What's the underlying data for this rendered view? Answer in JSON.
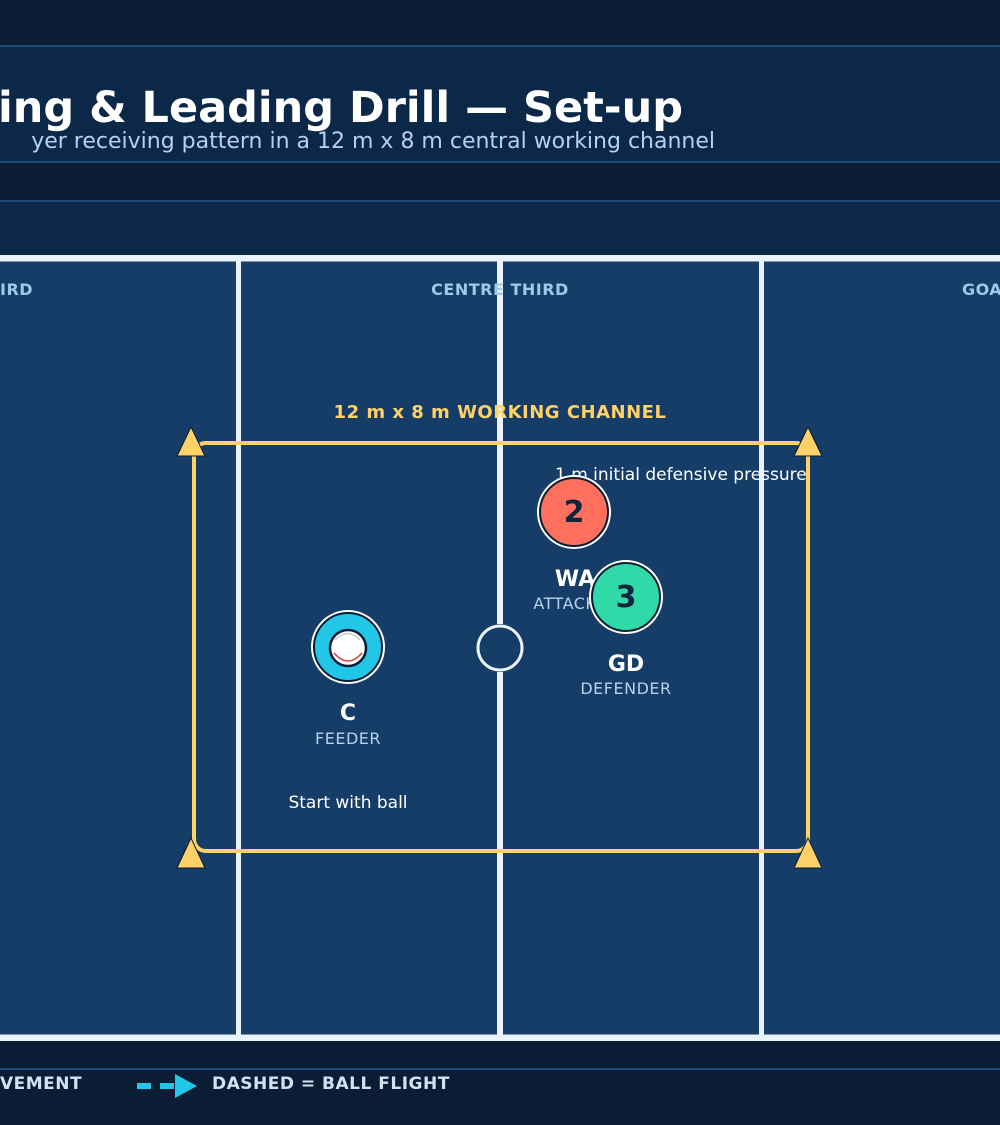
{
  "header": {
    "title": "ging & Leading Drill — Set-up",
    "subtitle": "yer receiving pattern in a 12 m x 8 m central working channel"
  },
  "court": {
    "thirds": {
      "left_label": "IRD",
      "centre_label": "CENTRE THIRD",
      "right_label": "GOA"
    },
    "channel_label": "12 m x 8 m WORKING CHANNEL",
    "annotations": {
      "pressure": "1 m initial defensive pressure",
      "start": "Start with ball"
    }
  },
  "players": [
    {
      "number": "",
      "code": "C",
      "role": "FEEDER",
      "color": "#22c7e8",
      "has_ball": true
    },
    {
      "number": "2",
      "code": "WA",
      "role": "ATTACKER",
      "color": "#ff6f5e",
      "has_ball": false
    },
    {
      "number": "3",
      "code": "GD",
      "role": "DEFENDER",
      "color": "#2fd9a8",
      "has_ball": false
    }
  ],
  "legend": {
    "movement_label": "VEMENT",
    "ball_flight_label": "DASHED = BALL FLIGHT"
  },
  "colors": {
    "court": "#153d68",
    "court_lines": "#eaf3fb",
    "cone": "#ffd166",
    "accent": "#22c7e8",
    "label": "#b4d2ee"
  },
  "icons": [
    "cone-icon",
    "ball-icon",
    "dashed-arrow-icon"
  ]
}
